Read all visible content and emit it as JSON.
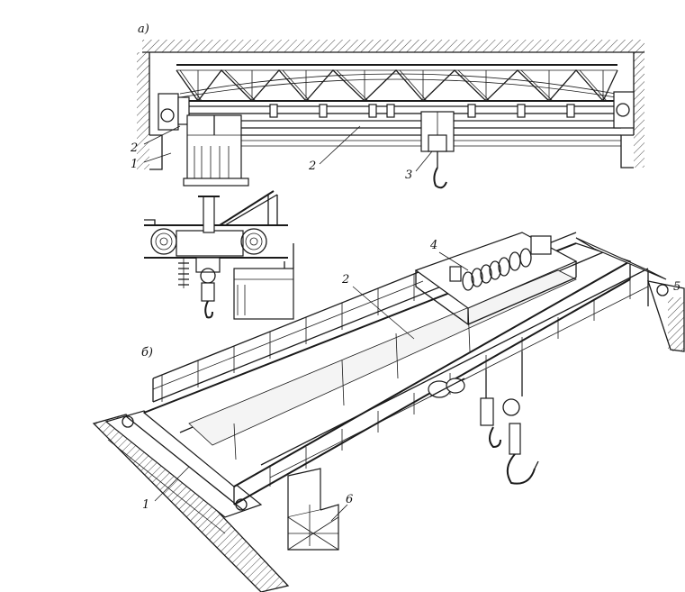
{
  "figure": {
    "labels": {
      "view_a": "а)",
      "view_b": "б)",
      "a_part_1": "1",
      "a_part_2_left": "2",
      "a_part_2_mid": "2",
      "a_part_3": "3",
      "b_part_1": "1",
      "b_part_2": "2",
      "b_part_4": "4",
      "b_part_5": "5",
      "b_part_6": "6"
    }
  }
}
